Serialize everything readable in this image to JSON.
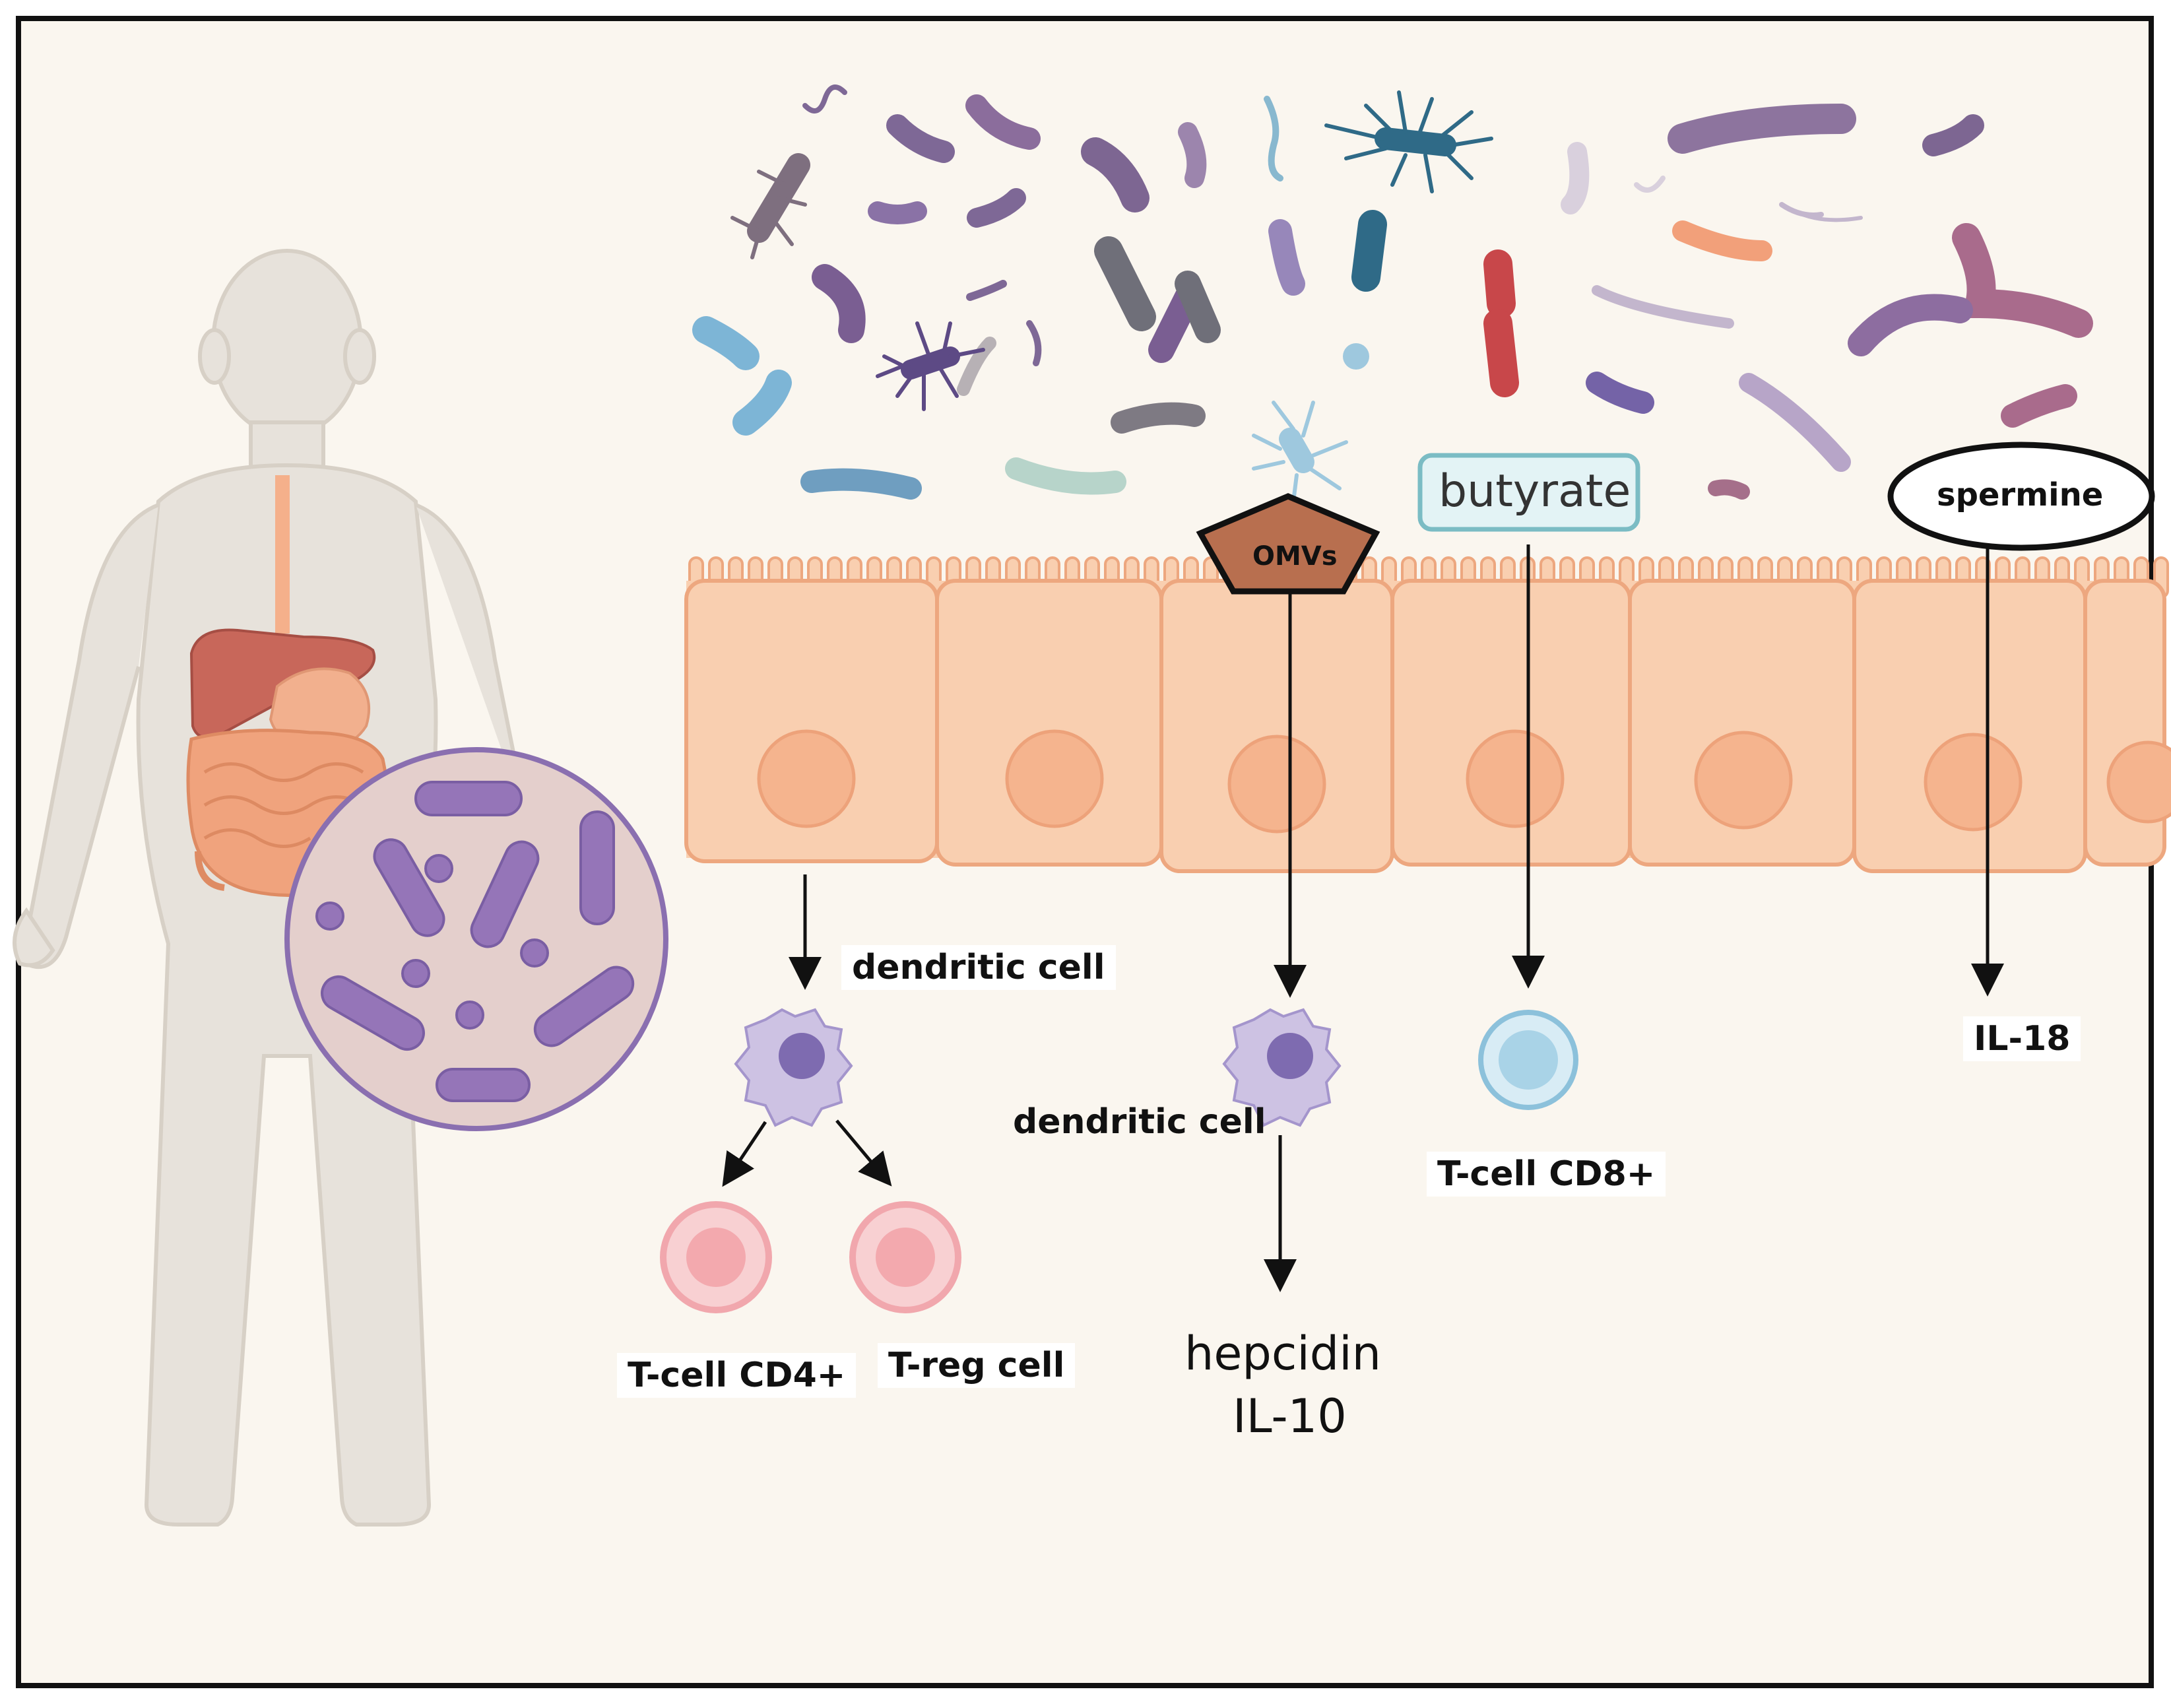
{
  "labels": {
    "omvs": "OMVs",
    "butyrate": "butyrate",
    "spermine": "spermine",
    "dendritic_cell_1": "dendritic cell",
    "dendritic_cell_2": "dendritic cell",
    "t_cell_cd4": "T-cell CD4+",
    "t_reg_cell": "T-reg cell",
    "hepcidin": "hepcidin",
    "il10": "IL-10",
    "t_cell_cd8": "T-cell CD8+",
    "il18": "IL-18"
  },
  "colors": {
    "background": "#faf6ef",
    "frame": "#111111",
    "body_silhouette": "#e7e2db",
    "epithelium": "#f9cfb0",
    "nucleus": "#f5b48e",
    "microbe_purple": "#8f76a7",
    "omvs_fill": "#b86f4f",
    "butyrate_fill": "#e3f3f5",
    "butyrate_border": "#7bbcc4",
    "cd4_pink": "#f3b3b7",
    "cd8_blue": "#a9d3e7",
    "dendritic_purple": "#9d8dc4"
  }
}
